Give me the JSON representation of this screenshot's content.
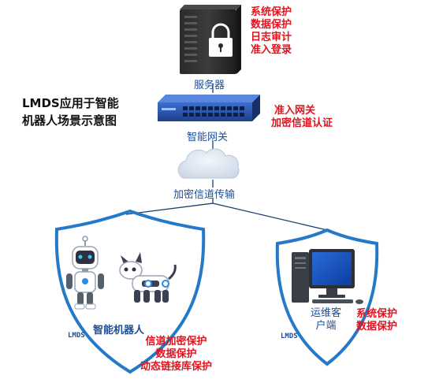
{
  "diagram": {
    "title_lines": [
      "LMDS应用于智能",
      "机器人场景示意图"
    ],
    "server": {
      "label": "服务器",
      "features": [
        "系统保护",
        "数据保护",
        "日志审计",
        "准入登录"
      ]
    },
    "gateway": {
      "label": "智能网关",
      "features": [
        "准入网关",
        "加密信道认证"
      ]
    },
    "channel": {
      "label": "加密信道传输"
    },
    "robot": {
      "label": "智能机器人",
      "shield_label": "LMDS",
      "features": [
        "信道加密保护",
        "数据保护",
        "动态链接库保护"
      ]
    },
    "client": {
      "label_lines": [
        "运维客",
        "户端"
      ],
      "shield_label": "LMDS",
      "features": [
        "系统保护",
        "数据保护"
      ]
    },
    "colors": {
      "accent_blue": "#1f4e96",
      "shield_blue": "#2479c9",
      "feature_red": "#e3121e",
      "line": "#1e3f6b"
    },
    "icons": [
      "server-icon",
      "lock-icon",
      "network-switch-icon",
      "cloud-icon",
      "robot-icon",
      "robot-dog-icon",
      "desktop-computer-icon",
      "shield-icon"
    ]
  }
}
